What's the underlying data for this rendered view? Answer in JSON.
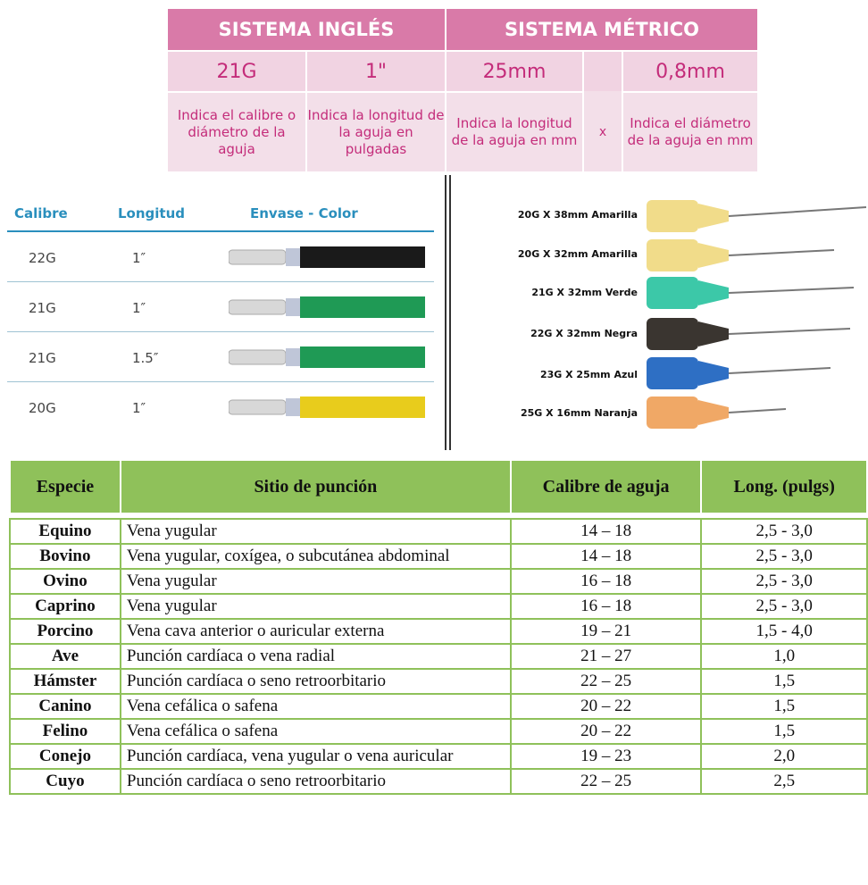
{
  "systems": {
    "english_title": "SISTEMA INGLÉS",
    "metric_title": "SISTEMA MÉTRICO",
    "values": [
      "21G",
      "1\"",
      "25mm",
      "0,8mm"
    ],
    "times": "x",
    "descriptions": [
      "Indica el calibre o diámetro de la aguja",
      "Indica la longitud de la aguja en pulgadas",
      "Indica la longitud de la aguja en mm",
      "Indica el diámetro de la aguja en mm"
    ]
  },
  "calibre_table": {
    "headers": [
      "Calibre",
      "Longitud",
      "Envase - Color"
    ],
    "rows": [
      {
        "calibre": "22G",
        "longitud": "1″",
        "color": "#1a1a1a"
      },
      {
        "calibre": "21G",
        "longitud": "1″",
        "color": "#1f9a55"
      },
      {
        "calibre": "21G",
        "longitud": "1.5″",
        "color": "#1f9a55"
      },
      {
        "calibre": "20G",
        "longitud": "1″",
        "color": "#e8cc1c"
      }
    ]
  },
  "needles": [
    {
      "label": "20G X 38mm Amarilla",
      "color": "#f1dc8a"
    },
    {
      "label": "20G X 32mm Amarilla",
      "color": "#f1dc8a"
    },
    {
      "label": "21G X 32mm Verde",
      "color": "#3cc8a8"
    },
    {
      "label": "22G X 32mm Negra",
      "color": "#3a3530"
    },
    {
      "label": "23G X 25mm Azul",
      "color": "#2e6fc4"
    },
    {
      "label": "25G X 16mm Naranja",
      "color": "#f0a866"
    }
  ],
  "species_table": {
    "headers": [
      "Especie",
      "Sitio de punción",
      "Calibre de aguja",
      "Long. (pulgs)"
    ],
    "rows": [
      [
        "Equino",
        "Vena yugular",
        "14 – 18",
        "2,5 - 3,0"
      ],
      [
        "Bovino",
        "Vena yugular, coxígea, o subcutánea abdominal",
        "14 – 18",
        "2,5 - 3,0"
      ],
      [
        "Ovino",
        "Vena yugular",
        "16 – 18",
        "2,5 - 3,0"
      ],
      [
        "Caprino",
        "Vena yugular",
        "16 – 18",
        "2,5 - 3,0"
      ],
      [
        "Porcino",
        "Vena cava anterior o auricular externa",
        "19 – 21",
        "1,5 - 4,0"
      ],
      [
        "Ave",
        "Punción cardíaca o vena radial",
        "21 – 27",
        "1,0"
      ],
      [
        "Hámster",
        "Punción cardíaca o seno retroorbitario",
        "22 – 25",
        "1,5"
      ],
      [
        "Canino",
        "Vena cefálica o safena",
        "20 – 22",
        "1,5"
      ],
      [
        "Felino",
        "Vena cefálica o safena",
        "20 – 22",
        "1,5"
      ],
      [
        "Conejo",
        "Punción cardíaca, vena yugular o vena auricular",
        "19 – 23",
        "2,0"
      ],
      [
        "Cuyo",
        "Punción cardíaca o seno retroorbitario",
        "22 – 25",
        "2,5"
      ]
    ]
  }
}
